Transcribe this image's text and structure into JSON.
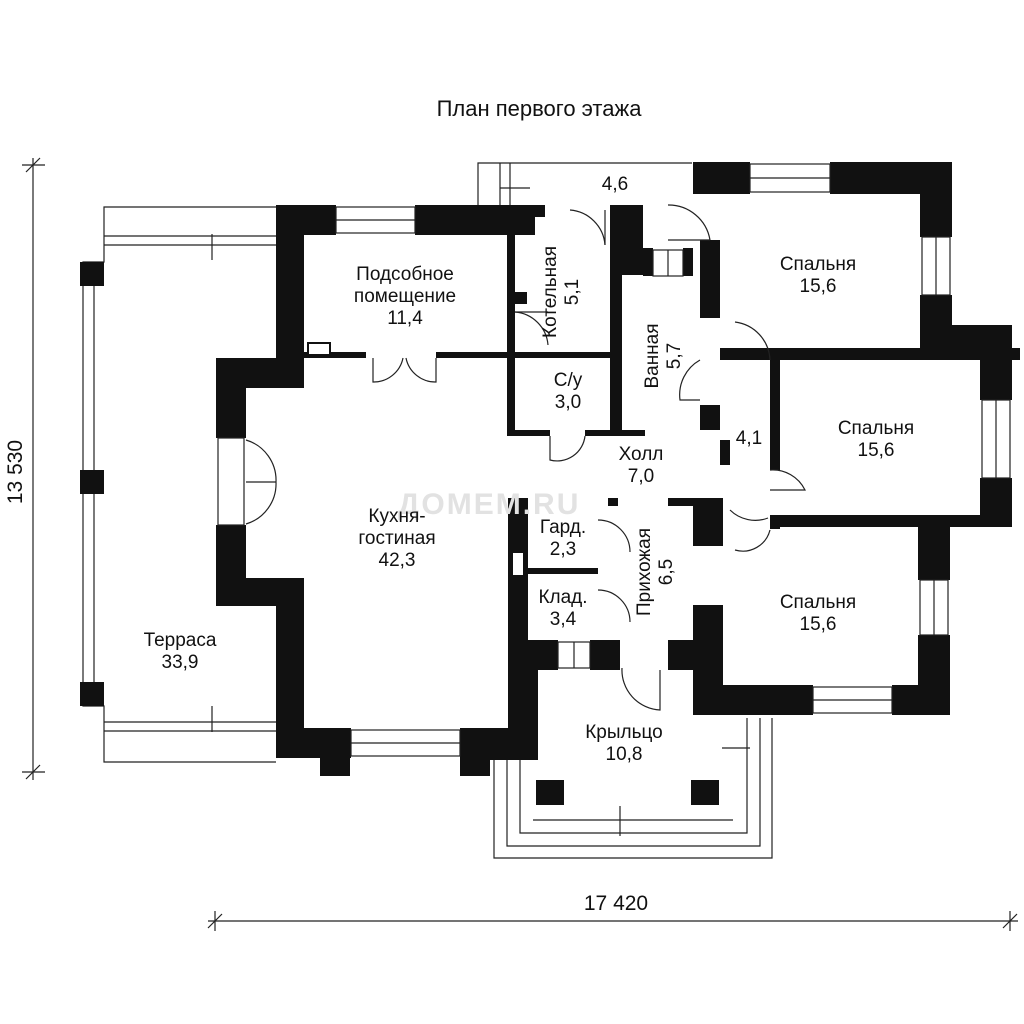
{
  "title": "План первого этажа",
  "watermark": "ДОМЕМ.RU",
  "dimensions": {
    "width": "17 420",
    "depth": "13 530"
  },
  "corridor_area": "4,6",
  "hall_side_area": "4,1",
  "rooms": {
    "utility": {
      "name": "Подсобное помещение",
      "line1": "Подсобное",
      "line2": "помещение",
      "area": "11,4"
    },
    "boiler": {
      "name": "Котельная",
      "area": "5,1"
    },
    "bath": {
      "name": "Ванная",
      "area": "5,7"
    },
    "wc": {
      "name": "С/у",
      "area": "3,0"
    },
    "hall": {
      "name": "Холл",
      "area": "7,0"
    },
    "kitchen": {
      "line1": "Кухня-",
      "line2": "гостиная",
      "area": "42,3"
    },
    "wardrobe": {
      "name": "Гард.",
      "area": "2,3"
    },
    "storage": {
      "name": "Клад.",
      "area": "3,4"
    },
    "entry": {
      "name": "Прихожая",
      "area": "6,5"
    },
    "terrace": {
      "name": "Терраса",
      "area": "33,9"
    },
    "porch": {
      "name": "Крыльцо",
      "area": "10,8"
    },
    "bedroom1": {
      "name": "Спальня",
      "area": "15,6"
    },
    "bedroom2": {
      "name": "Спальня",
      "area": "15,6"
    },
    "bedroom3": {
      "name": "Спальня",
      "area": "15,6"
    }
  },
  "colors": {
    "wall": "#111111",
    "line": "#222222",
    "background": "#ffffff"
  }
}
